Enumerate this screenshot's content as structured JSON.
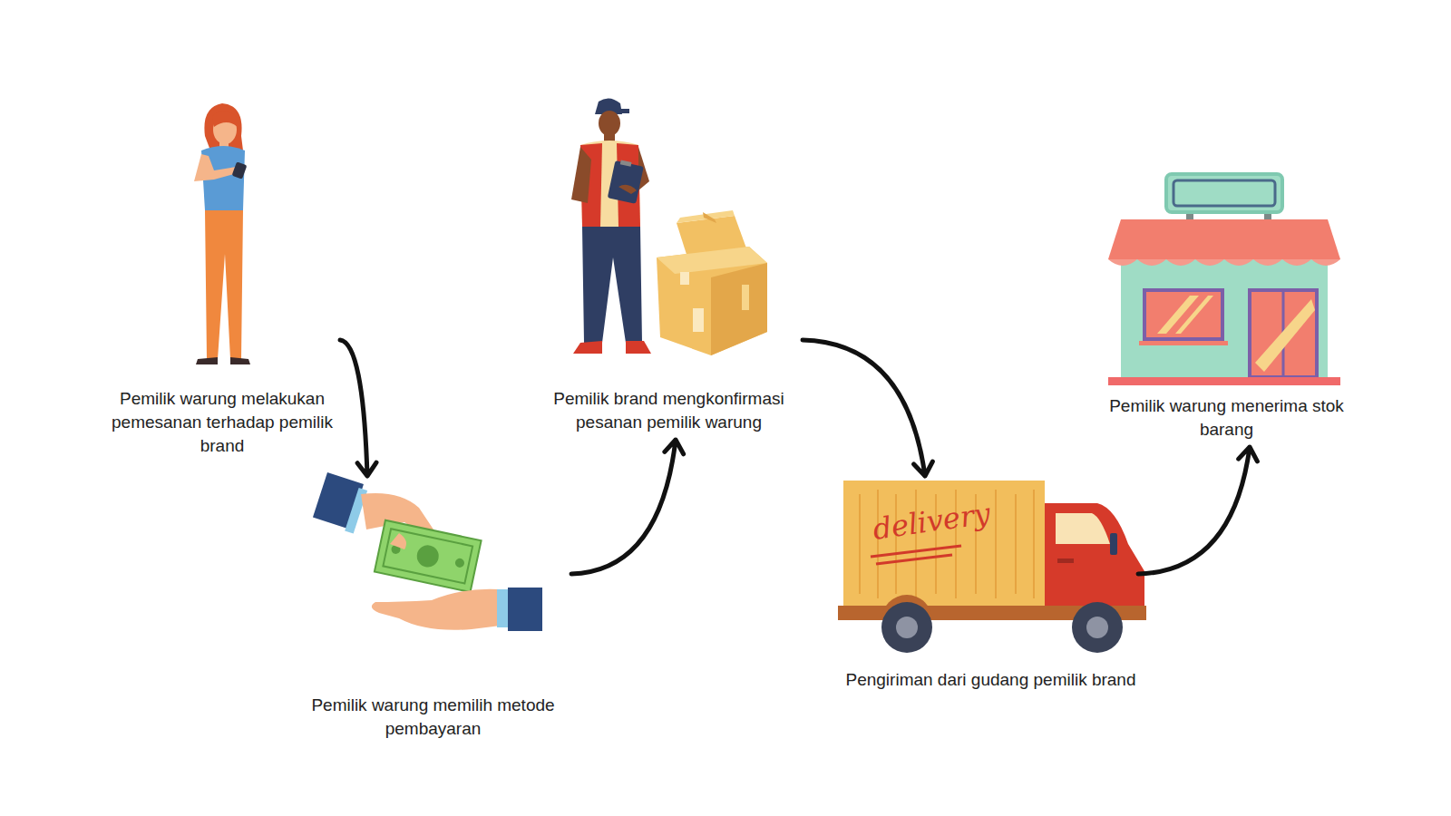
{
  "diagram": {
    "nodes": [
      {
        "text": [
          "Pemilik warung melakukan pemesanan terhadap pemilik brand"
        ]
      },
      {
        "text": [
          "Pemilik warung memilih metode pembayaran"
        ]
      },
      {
        "text": [
          "Pemilik brand mengkonfirmasi pesanan pemilik warung"
        ]
      },
      {
        "text": [
          "Pengiriman dari gudang pemilik brand"
        ]
      },
      {
        "text": [
          "Pemilik warung menerima stok barang"
        ]
      }
    ],
    "edges": [
      {
        "from": 0,
        "to": 1,
        "arrow": "to"
      },
      {
        "from": 1,
        "to": 2,
        "arrow": "to"
      },
      {
        "from": 2,
        "to": 3,
        "arrow": "to"
      },
      {
        "from": 3,
        "to": 4,
        "arrow": "to"
      }
    ],
    "labels": [
      "delivery"
    ]
  }
}
